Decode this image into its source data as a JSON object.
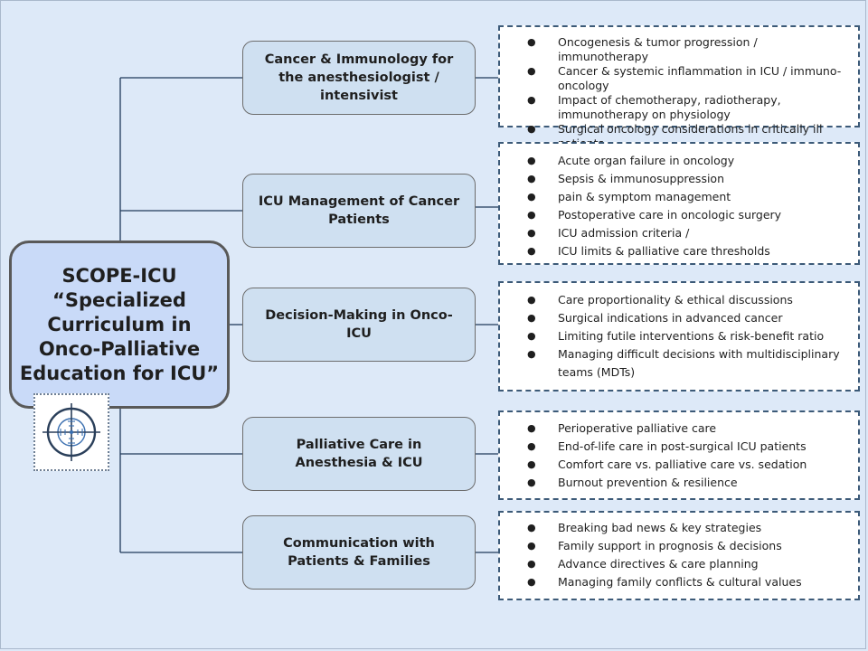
{
  "root": {
    "lines": [
      "SCOPE-ICU",
      "“Specialized",
      "Curriculum in",
      "Onco-Palliative",
      "Education for ICU”"
    ]
  },
  "colors": {
    "background": "#dde9f8",
    "root_fill": "#c9daf8",
    "topic_fill": "#cfe0f1",
    "connector": "#1f3a5a",
    "logo_accent": "#3a6fb0"
  },
  "topics": [
    {
      "label": "Cancer & Immunology for the anesthesiologist / intensivist",
      "items": [
        "Oncogenesis & tumor progression / immunotherapy",
        "Cancer & systemic inflammation in ICU / immuno-oncology",
        "Impact of chemotherapy, radiotherapy, immunotherapy on physiology",
        "Surgical oncology considerations in critically ill patients"
      ]
    },
    {
      "label": "ICU Management of Cancer Patients",
      "items": [
        "Acute organ failure in oncology",
        "Sepsis & immunosuppression",
        "pain & symptom management",
        "Postoperative care in oncologic surgery",
        "ICU admission criteria /",
        "ICU limits & palliative care thresholds"
      ]
    },
    {
      "label": "Decision-Making in Onco-ICU",
      "items": [
        "Care proportionality & ethical discussions",
        "Surgical indications in advanced cancer",
        "Limiting futile interventions & risk-benefit ratio",
        "Managing difficult decisions with multidisciplinary teams (MDTs)"
      ]
    },
    {
      "label": "Palliative Care in Anesthesia & ICU",
      "items": [
        "Perioperative palliative care",
        "End-of-life care in post-surgical ICU patients",
        "Comfort care vs. palliative care vs. sedation",
        "Burnout prevention & resilience"
      ]
    },
    {
      "label": "Communication with Patients & Families",
      "items": [
        "Breaking bad news & key strategies",
        "Family support in prognosis & decisions",
        "Advance directives & care planning",
        "Managing family conflicts & cultural values"
      ]
    }
  ]
}
